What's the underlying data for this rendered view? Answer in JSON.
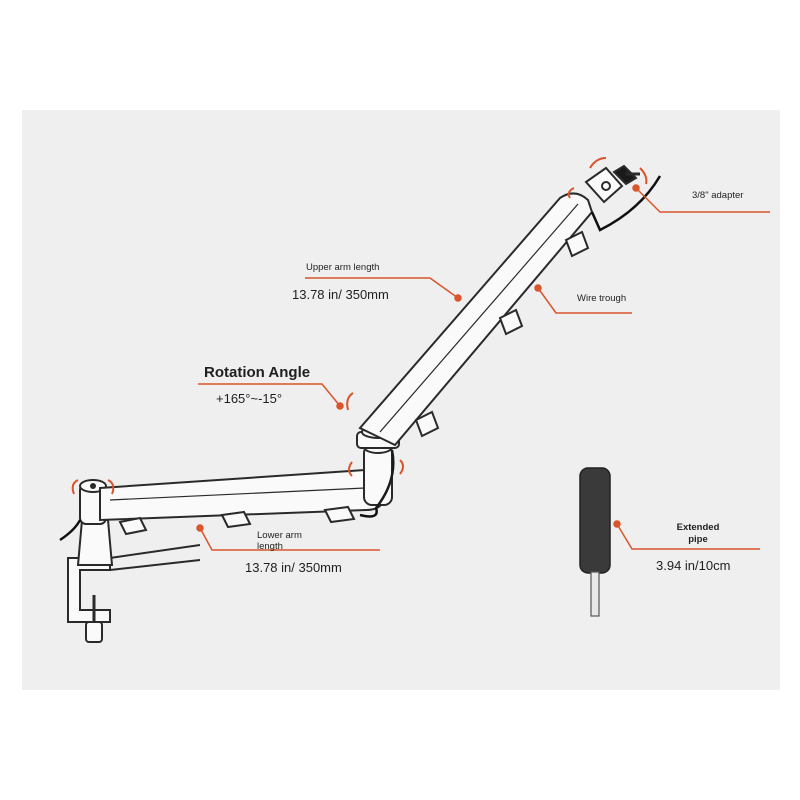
{
  "colors": {
    "panel": "#efefef",
    "accent": "#d9552b",
    "line": "#2a2a2a",
    "arm": "#fafafa"
  },
  "icons": [
    "rotation-arrow-icon",
    "leader-dot-icon"
  ],
  "labels": {
    "adapter": "3/8\" adapter",
    "upper_arm_title": "Upper arm length",
    "upper_arm_value": "13.78 in/ 350mm",
    "wire_trough": "Wire trough",
    "rotation_title": "Rotation Angle",
    "rotation_value": "+165°~-15°",
    "lower_arm_title_line1": "Lower arm",
    "lower_arm_title_line2": "length",
    "lower_arm_value": "13.78 in/ 350mm",
    "extended_pipe_line1": "Extended",
    "extended_pipe_line2": "pipe",
    "extended_pipe_value": "3.94 in/10cm"
  }
}
